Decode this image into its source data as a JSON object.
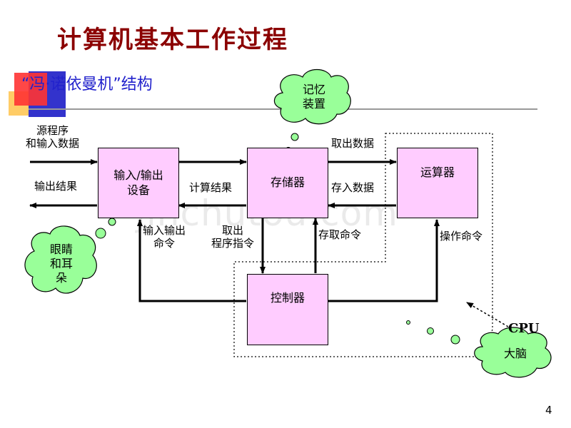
{
  "title": "计算机基本工作过程",
  "subtitle": "“冯·诺依曼机”结构",
  "watermark": "jinchutou.com",
  "page_number": "4",
  "boxes": {
    "io": "输入/输出\n设备",
    "memory": "存储器",
    "alu": "运算器",
    "controller": "控制器"
  },
  "labels": {
    "source_program": "源程序\n和输入数据",
    "output_result": "输出结果",
    "calc_result": "计算结果",
    "fetch_data": "取出数据",
    "store_data": "存入数据",
    "io_command": "输入输出\n命令",
    "fetch_instruction": "取出\n程序指令",
    "access_command": "存取命令",
    "operate_command": "操作命令",
    "cpu": "CPU"
  },
  "clouds": {
    "memory_device": "记忆\n装置",
    "eyes_ears": "眼睛\n和耳\n朵",
    "brain": "大脑"
  },
  "colors": {
    "box_fill": "#ffccff",
    "cloud_fill": "#99ff99",
    "title": "#8b0000",
    "subtitle": "#2222cc",
    "deco_red": "#ff3333",
    "deco_blue": "#3333cc",
    "deco_orange": "#ffcc66"
  }
}
